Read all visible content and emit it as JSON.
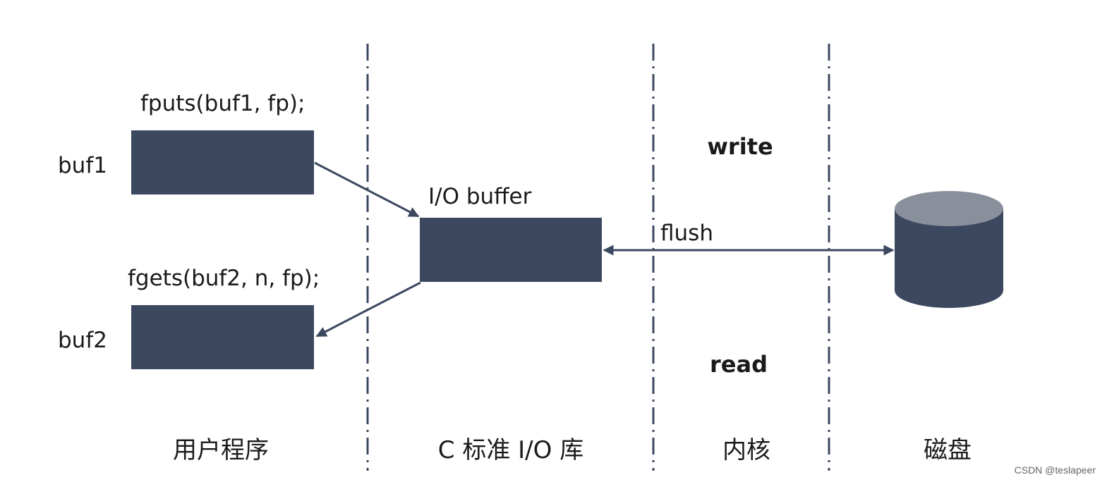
{
  "labels": {
    "fputs_call": "fputs(buf1, fp);",
    "fgets_call": "fgets(buf2, n, fp);",
    "buf1": "buf1",
    "buf2": "buf2",
    "io_buffer": "I/O buffer",
    "flush": "flush",
    "write": "write",
    "read": "read"
  },
  "sections": [
    {
      "id": "user",
      "label": "用户程序"
    },
    {
      "id": "clib",
      "label": "C 标准 I/O 库"
    },
    {
      "id": "kernel",
      "label": "内核"
    },
    {
      "id": "disk",
      "label": "磁盘"
    }
  ],
  "watermark": "CSDN @teslapeer",
  "colors": {
    "box_fill": "#3c4860",
    "arrow": "#3c4860",
    "divider": "#3c4860",
    "disk_top": "#8a8f9c",
    "disk_body": "#3c4860",
    "text": "#1a1a1a"
  }
}
